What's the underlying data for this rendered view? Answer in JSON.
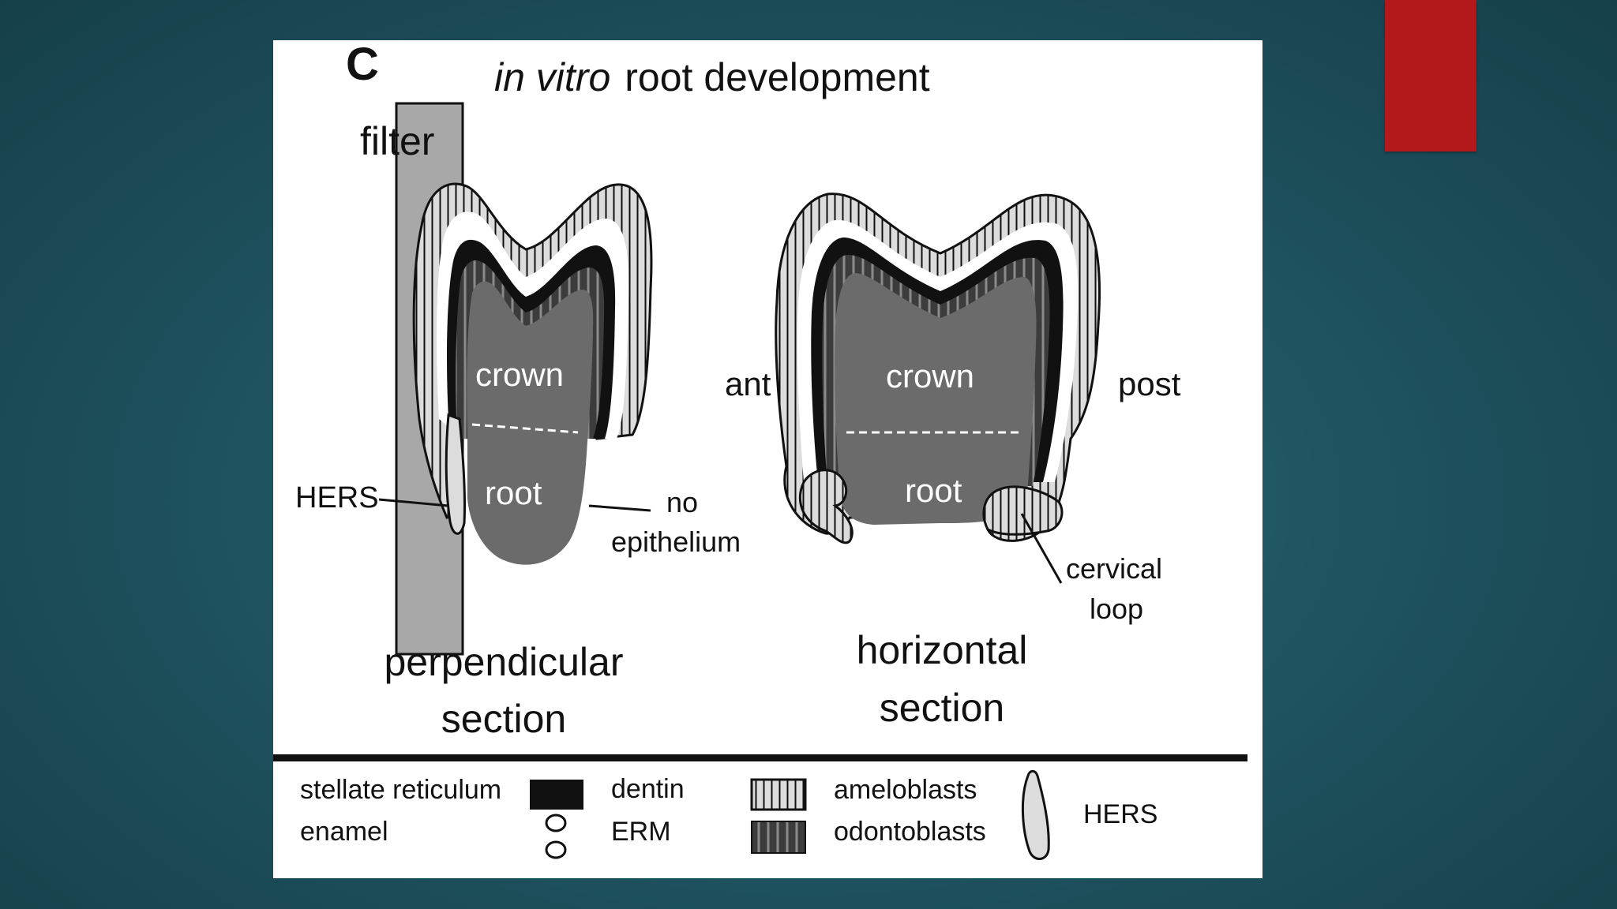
{
  "slide": {
    "colors": {
      "background": "#1f5561",
      "accent": "#b3191b",
      "figure_bg": "#ffffff",
      "crown_fill": "#6b6b6b",
      "filter_fill": "#a8a8a8"
    }
  },
  "figure": {
    "panel_letter": "C",
    "title_italic": "in vitro",
    "title_rest": "root development",
    "labels": {
      "filter": "filter",
      "crown_left": "crown",
      "root_left": "root",
      "crown_right": "crown",
      "root_right": "root",
      "hers": "HERS",
      "no": "no",
      "epithelium": "epithelium",
      "ant": "ant",
      "post": "post",
      "cervical": "cervical",
      "loop": "loop"
    },
    "captions": {
      "left_line1": "perpendicular",
      "left_line2": "section",
      "right_line1": "horizontal",
      "right_line2": "section"
    },
    "legend": {
      "stellate_reticulum": "stellate reticulum",
      "enamel": "enamel",
      "dentin": "dentin",
      "erm": "ERM",
      "ameloblasts": "ameloblasts",
      "odontoblasts": "odontoblasts",
      "hers": "HERS"
    }
  }
}
